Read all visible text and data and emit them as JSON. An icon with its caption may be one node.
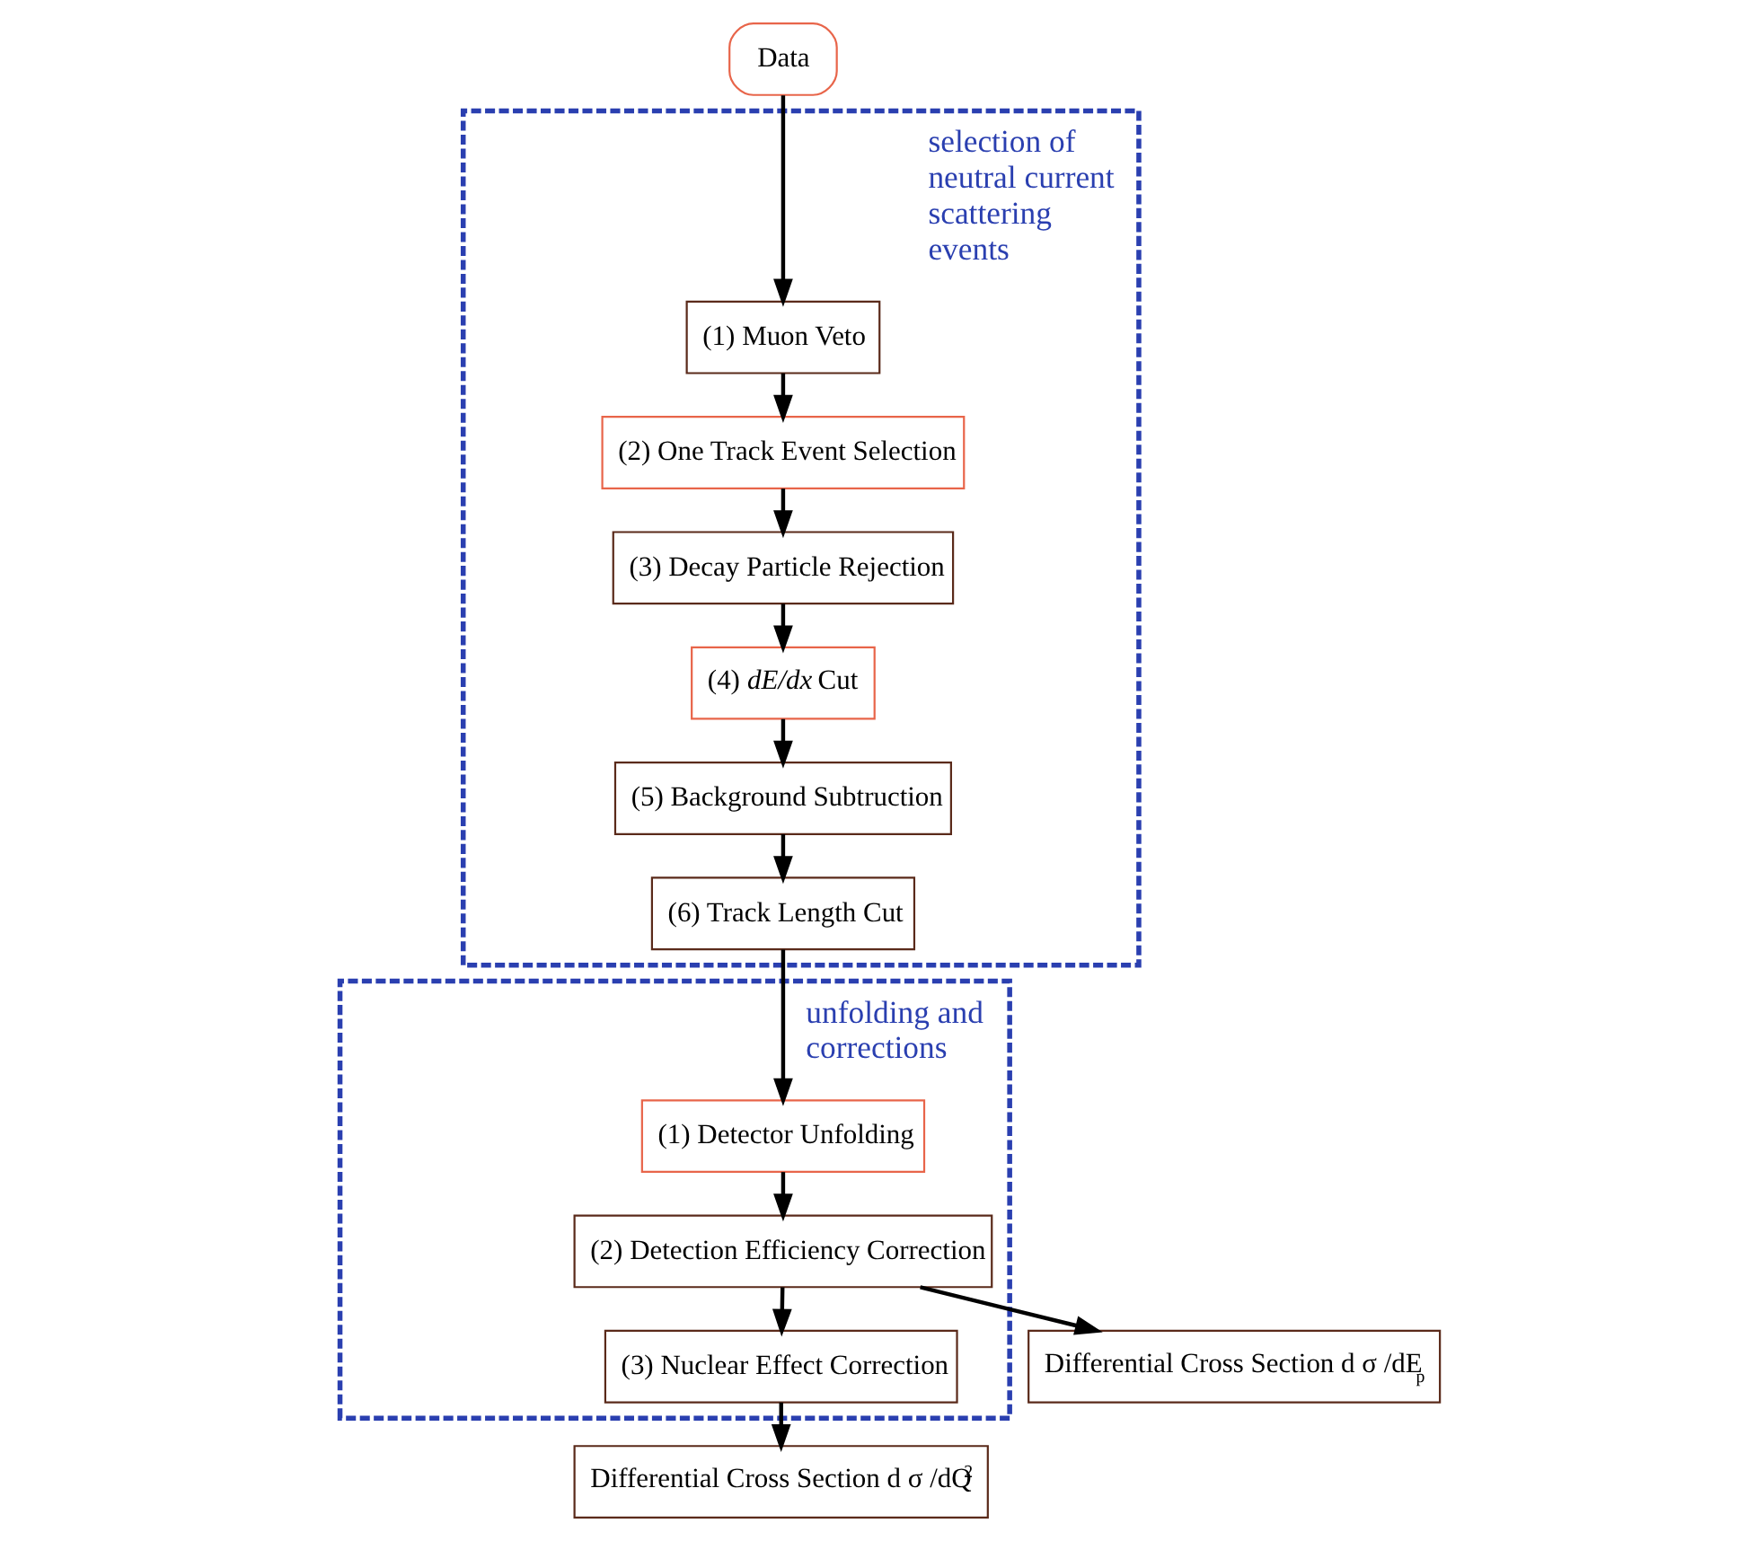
{
  "diagram": {
    "nodes": [
      {
        "text": [
          "Data"
        ]
      },
      {
        "text": [
          "selection of neutral current scattering events"
        ]
      },
      {
        "text": [
          "(1) Muon Veto"
        ],
        "in": 1
      },
      {
        "text": [
          "(2) One Track Event Selection"
        ],
        "in": 1
      },
      {
        "text": [
          "(3) Decay Particle Rejection"
        ],
        "in": 1
      },
      {
        "text": [
          "(4) *dE/dx* Cut"
        ],
        "in": 1
      },
      {
        "text": [
          "(5) Background Subtruction"
        ],
        "in": 1
      },
      {
        "text": [
          "(6) Track Length Cut"
        ],
        "in": 1
      },
      {
        "text": [
          "unfolding and corrections"
        ]
      },
      {
        "text": [
          "(1) Detector Unfolding"
        ],
        "in": 8
      },
      {
        "text": [
          "(2) Detection Efficiency Correction"
        ],
        "in": 8
      },
      {
        "text": [
          "(3) Nuclear Effect Correction"
        ],
        "in": 8
      },
      {
        "text": [
          "Differential Cross Section d σ /dE$_{p}$"
        ]
      },
      {
        "text": [
          "Differential Cross Section d σ /dQ$^{2}$"
        ]
      }
    ],
    "edges": [
      {
        "from": 0,
        "to": 2,
        "arrow": "to"
      },
      {
        "from": 2,
        "to": 3,
        "arrow": "to"
      },
      {
        "from": 3,
        "to": 4,
        "arrow": "to"
      },
      {
        "from": 4,
        "to": 5,
        "arrow": "to"
      },
      {
        "from": 5,
        "to": 6,
        "arrow": "to"
      },
      {
        "from": 6,
        "to": 7,
        "arrow": "to"
      },
      {
        "from": 7,
        "to": 9,
        "arrow": "to"
      },
      {
        "from": 9,
        "to": 10,
        "arrow": "to"
      },
      {
        "from": 10,
        "to": 11,
        "arrow": "to"
      },
      {
        "from": 10,
        "to": 12,
        "arrow": "to"
      },
      {
        "from": 11,
        "to": 13,
        "arrow": "to"
      }
    ]
  }
}
